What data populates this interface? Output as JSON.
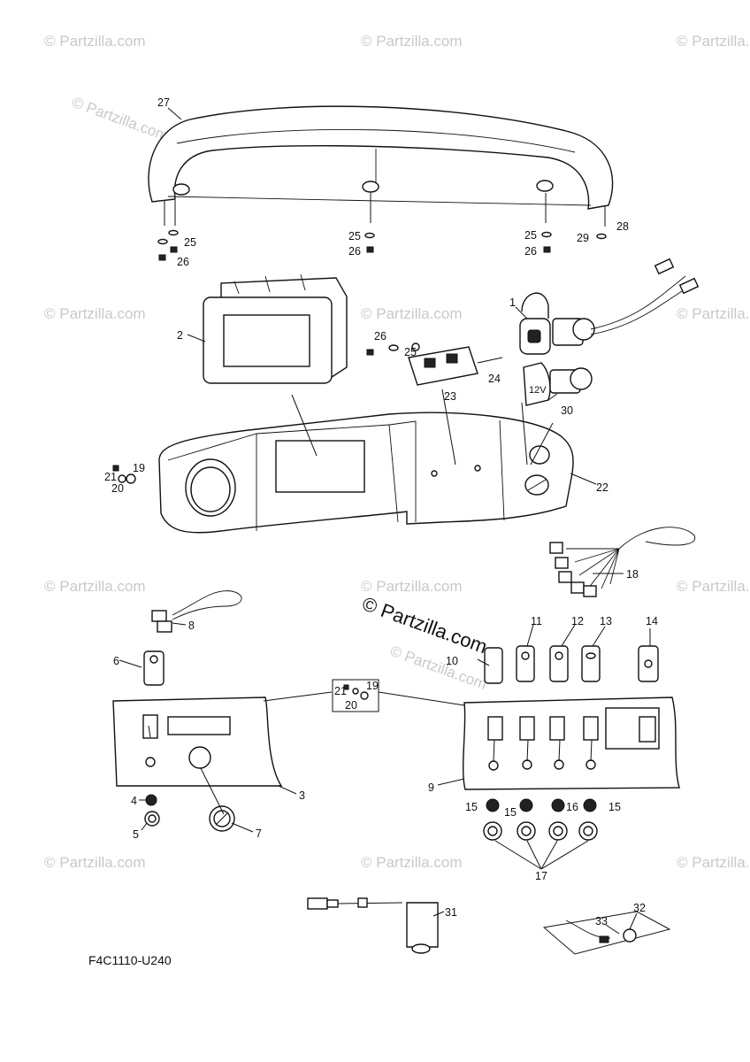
{
  "watermarks": [
    "© Partzilla.com",
    "© Partzilla.com",
    "© Partzilla.com",
    "© Partzilla.com",
    "© Partzilla.com",
    "© Partzilla.com",
    "© Partzilla.com",
    "© Partzilla.com",
    "© Partzilla.com",
    "© Partzilla.com",
    "© Partzilla.com",
    "© Partzilla.com",
    "© Partzilla.com",
    "© Partzilla.com"
  ],
  "center_watermark": "© Partzilla.com",
  "diagram_code": "F4C1110-U240",
  "callouts": [
    "27",
    "25",
    "26",
    "25",
    "26",
    "25",
    "26",
    "29",
    "28",
    "2",
    "26",
    "25",
    "24",
    "23",
    "1",
    "30",
    "21",
    "19",
    "20",
    "22",
    "18",
    "8",
    "6",
    "11",
    "12",
    "13",
    "14",
    "10",
    "21",
    "19",
    "20",
    "3",
    "9",
    "4",
    "5",
    "7",
    "15",
    "15",
    "16",
    "15",
    "17",
    "31",
    "33",
    "32"
  ]
}
